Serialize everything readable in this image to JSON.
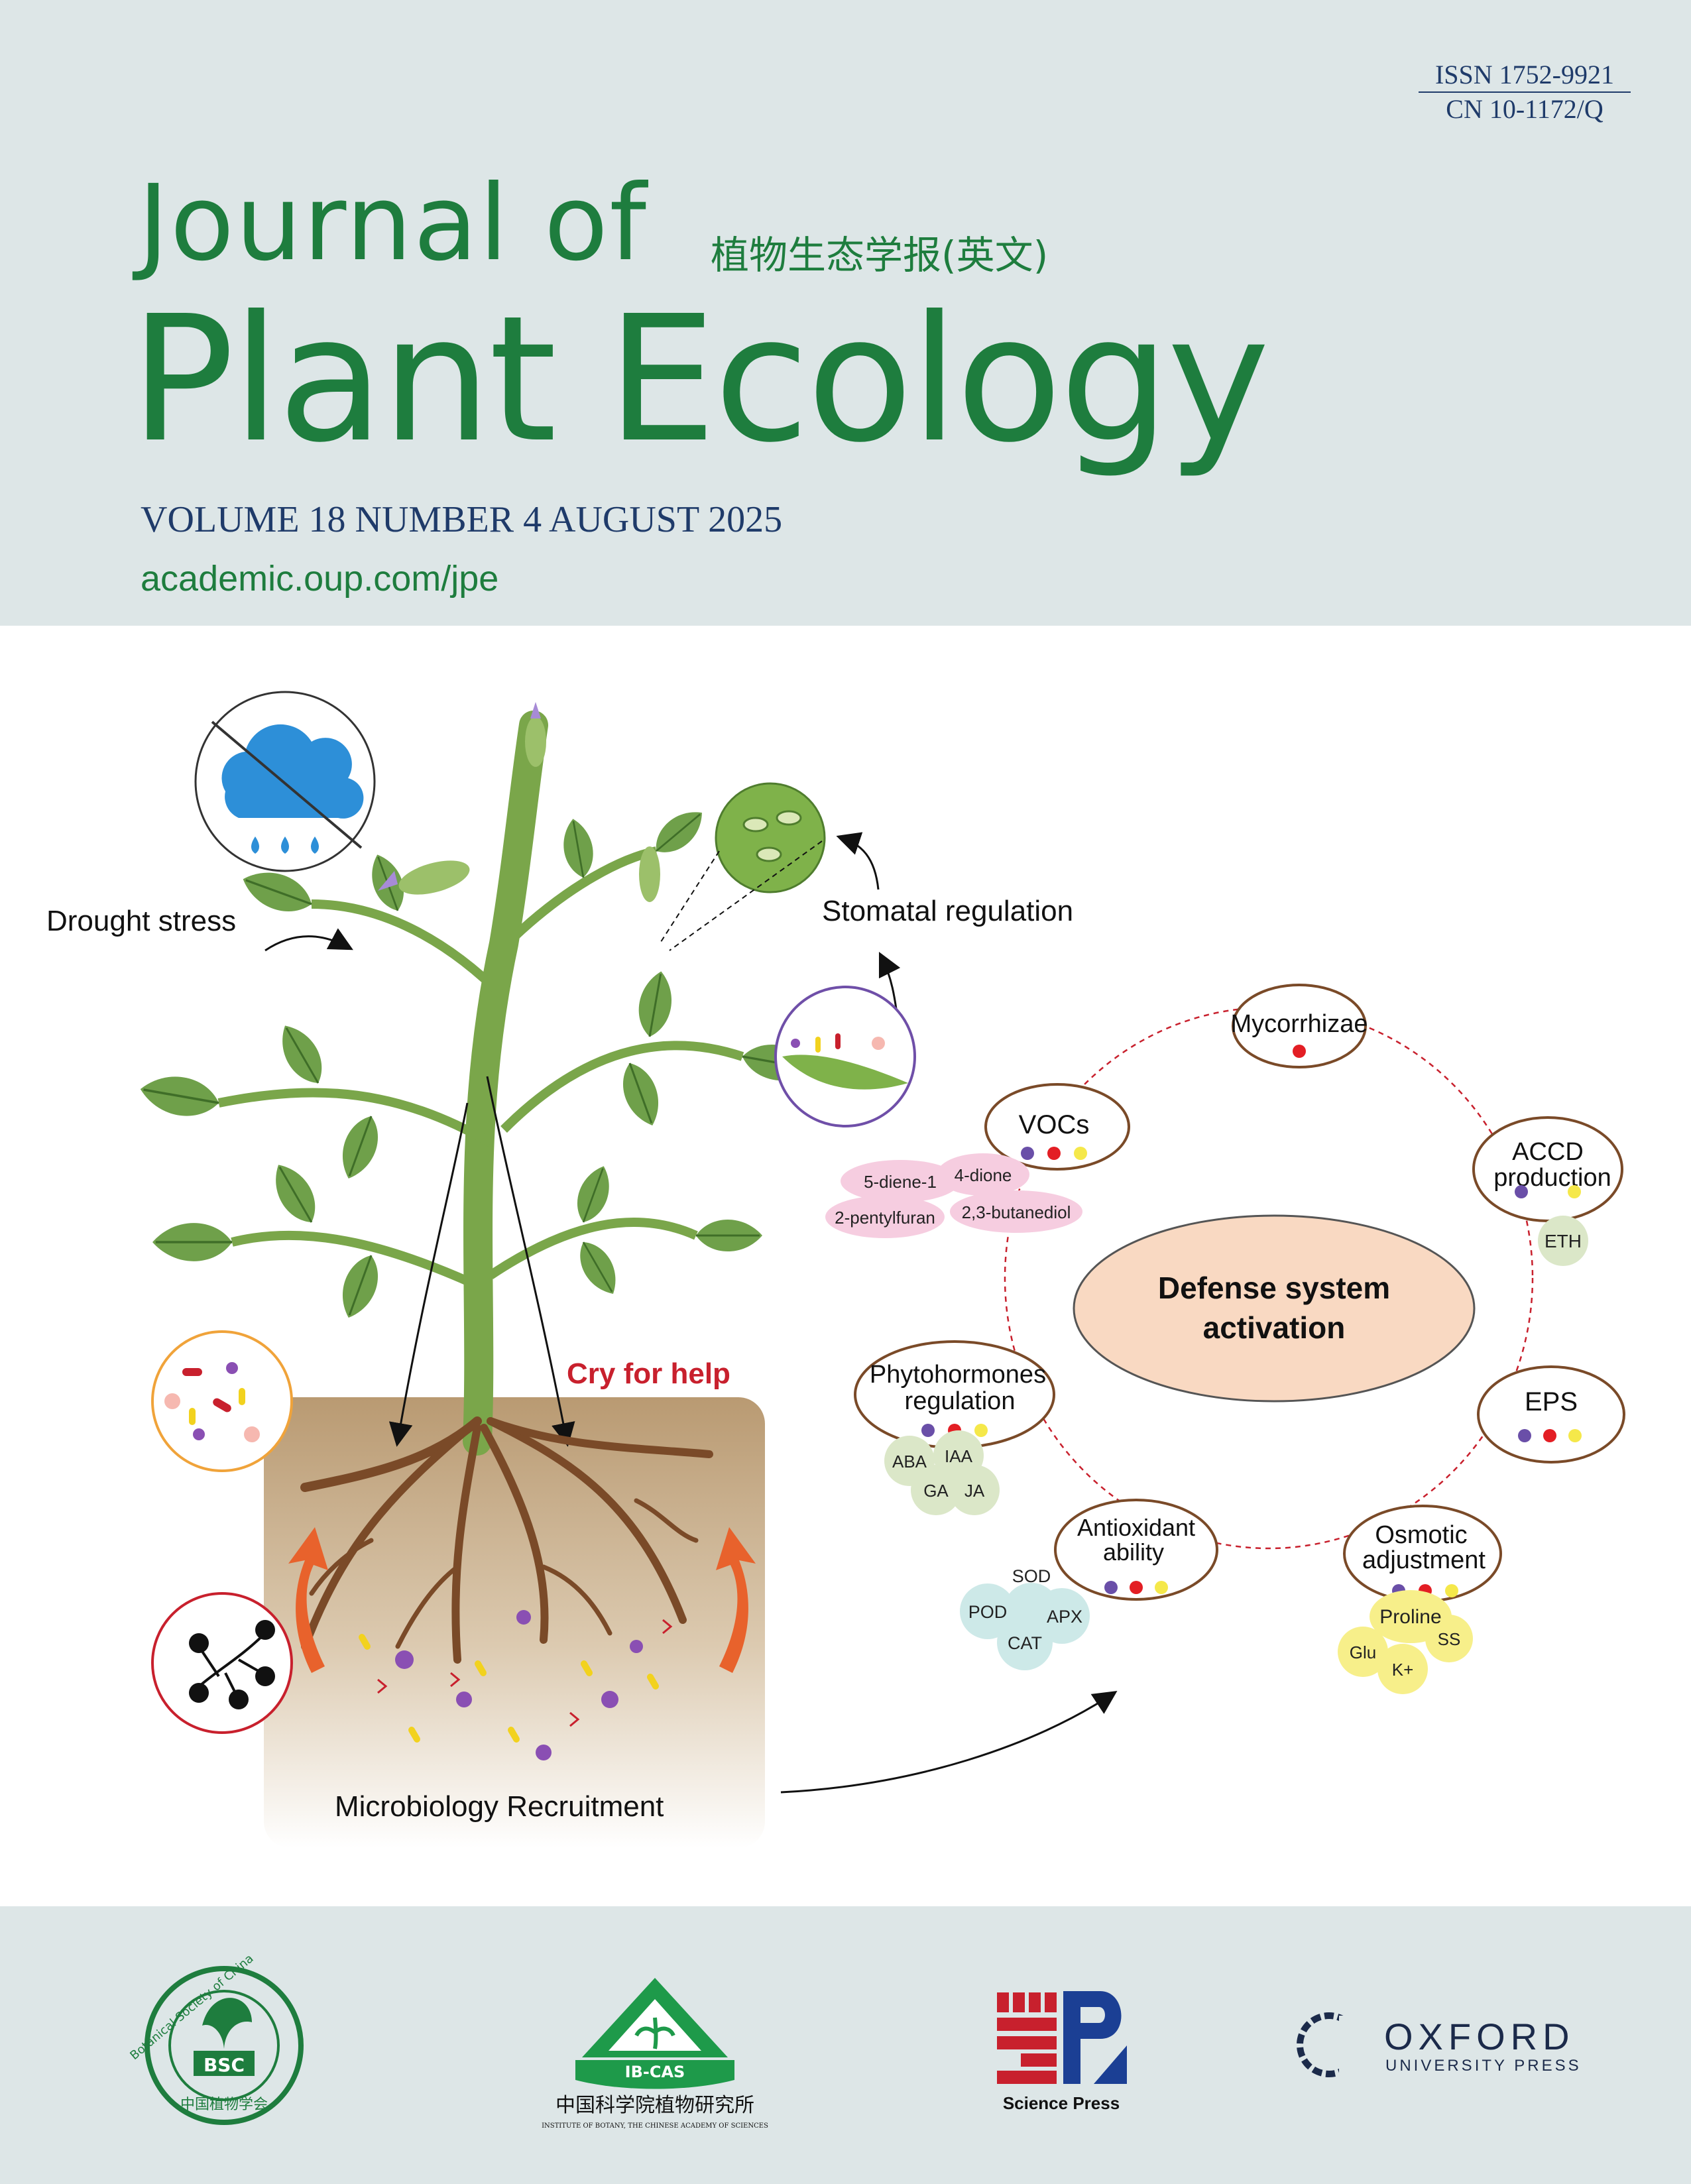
{
  "issn": {
    "line1": "ISSN 1752-9921",
    "line2": "CN 10-1172/Q"
  },
  "journal": {
    "title_top": "Journal of",
    "title_main": "Plant Ecology",
    "title_cn": "植物生态学报(英文)",
    "volume": "VOLUME 18 NUMBER 4 AUGUST 2025",
    "url": "academic.oup.com/jpe"
  },
  "colors": {
    "header_bg": "#dde6e7",
    "title_green": "#1e7d3e",
    "navy": "#1f3b6a",
    "accent_red": "#c8202d"
  },
  "figure": {
    "drought_stress": "Drought stress",
    "stomatal_regulation": "Stomatal regulation",
    "cry_for_help": "Cry for help",
    "microbiology_recruitment": "Microbiology Recruitment",
    "defense_line1": "Defense system",
    "defense_line2": "activation",
    "mycorrhizae": "Mycorrhizae",
    "vocs": "VOCs",
    "accd_line1": "ACCD",
    "accd_line2": "production",
    "eth": "ETH",
    "eps": "EPS",
    "phyto_line1": "Phytohormones",
    "phyto_line2": "regulation",
    "antiox_line1": "Antioxidant",
    "antiox_line2": "ability",
    "osmotic_line1": "Osmotic",
    "osmotic_line2": "adjustment",
    "voc_compounds": [
      "5-diene-1",
      "4-dione",
      "2-pentylfuran",
      "2,3-butanediol"
    ],
    "hormones": [
      "ABA",
      "IAA",
      "GA",
      "JA"
    ],
    "enzymes": [
      "SOD",
      "POD",
      "APX",
      "CAT"
    ],
    "osmolytes": [
      "Proline",
      "SS",
      "Glu",
      "K+"
    ]
  },
  "publishers": {
    "bsc_ring": "Botanical Society of China",
    "bsc_abbr": "BSC",
    "bsc_cn": "中国植物学会",
    "ibcas_abbr": "IB-CAS",
    "ibcas_cn": "中国科学院植物研究所",
    "ibcas_en": "INSTITUTE OF BOTANY, THE CHINESE ACADEMY OF SCIENCES",
    "science_press": "Science Press",
    "oxford_top": "OXFORD",
    "oxford_bottom": "UNIVERSITY PRESS"
  }
}
